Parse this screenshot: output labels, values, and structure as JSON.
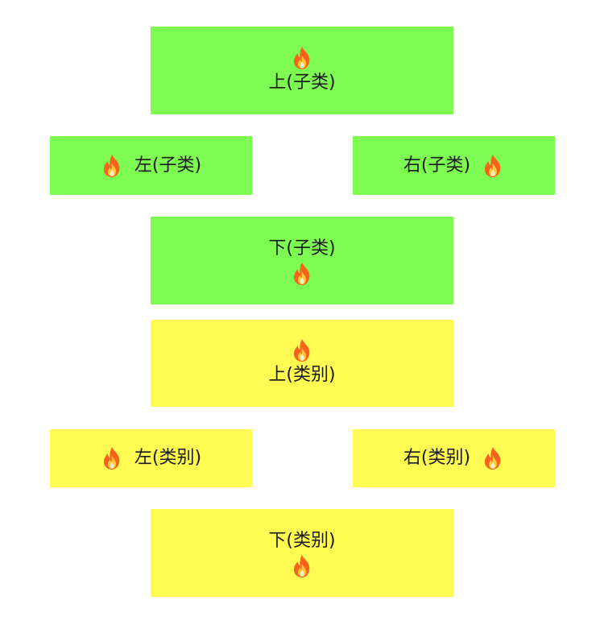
{
  "icon": "fire-icon",
  "colors": {
    "subcategory_bg": "#7dfb52",
    "category_bg": "#fffb53"
  },
  "subcategory": {
    "top_label": "上(子类)",
    "left_label": "左(子类)",
    "right_label": "右(子类)",
    "bottom_label": "下(子类)"
  },
  "category": {
    "top_label": "上(类别)",
    "left_label": "左(类别)",
    "right_label": "右(类别)",
    "bottom_label": "下(类别)"
  }
}
